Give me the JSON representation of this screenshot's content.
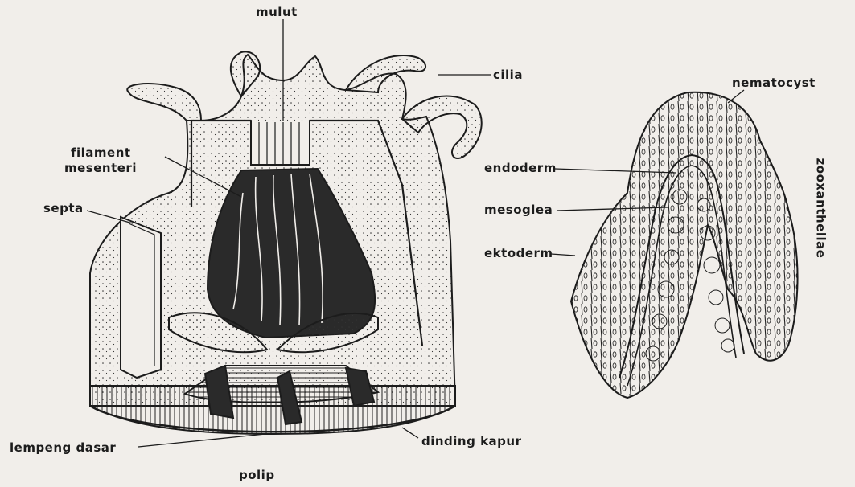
{
  "labels": {
    "mulut": "mulut",
    "cilia": "cilia",
    "nematocyst": "nematocyst",
    "filament_mesenteri_1": "filament",
    "filament_mesenteri_2": "mesenteri",
    "septa": "septa",
    "endoderm": "endoderm",
    "mesoglea": "mesoglea",
    "ektoderm": "ektoderm",
    "zooxanthellae": "zooxanthellae",
    "lempeng_dasar": "lempeng dasar",
    "dinding_kapur": "dinding kapur",
    "polip": "polip"
  },
  "colors": {
    "background": "#f1eeea",
    "ink": "#1c1c1c",
    "dark_tissue": "#2a2a2a"
  }
}
